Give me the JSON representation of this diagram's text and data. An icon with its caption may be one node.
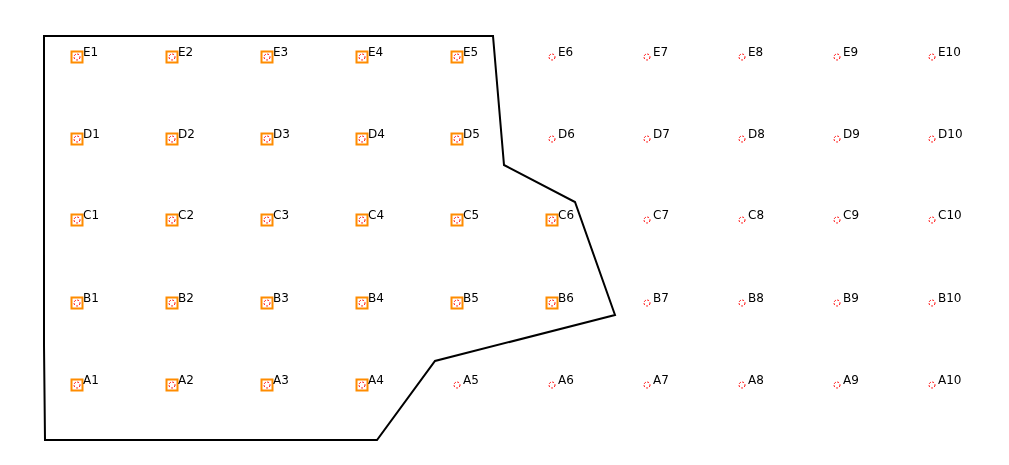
{
  "diagram": {
    "labels": [
      "E1",
      "E2",
      "E3",
      "E4",
      "E5",
      "E6",
      "E7",
      "E8",
      "E9",
      "E10",
      "D1",
      "D2",
      "D3",
      "D4",
      "D5",
      "D6",
      "D7",
      "D8",
      "D9",
      "D10",
      "C1",
      "C2",
      "C3",
      "C4",
      "C5",
      "C6",
      "C7",
      "C8",
      "C9",
      "C10",
      "B1",
      "B2",
      "B3",
      "B4",
      "B5",
      "B6",
      "B7",
      "B8",
      "B9",
      "B10",
      "A1",
      "A2",
      "A3",
      "A4",
      "A5",
      "A6",
      "A7",
      "A8",
      "A9",
      "A10"
    ]
  }
}
